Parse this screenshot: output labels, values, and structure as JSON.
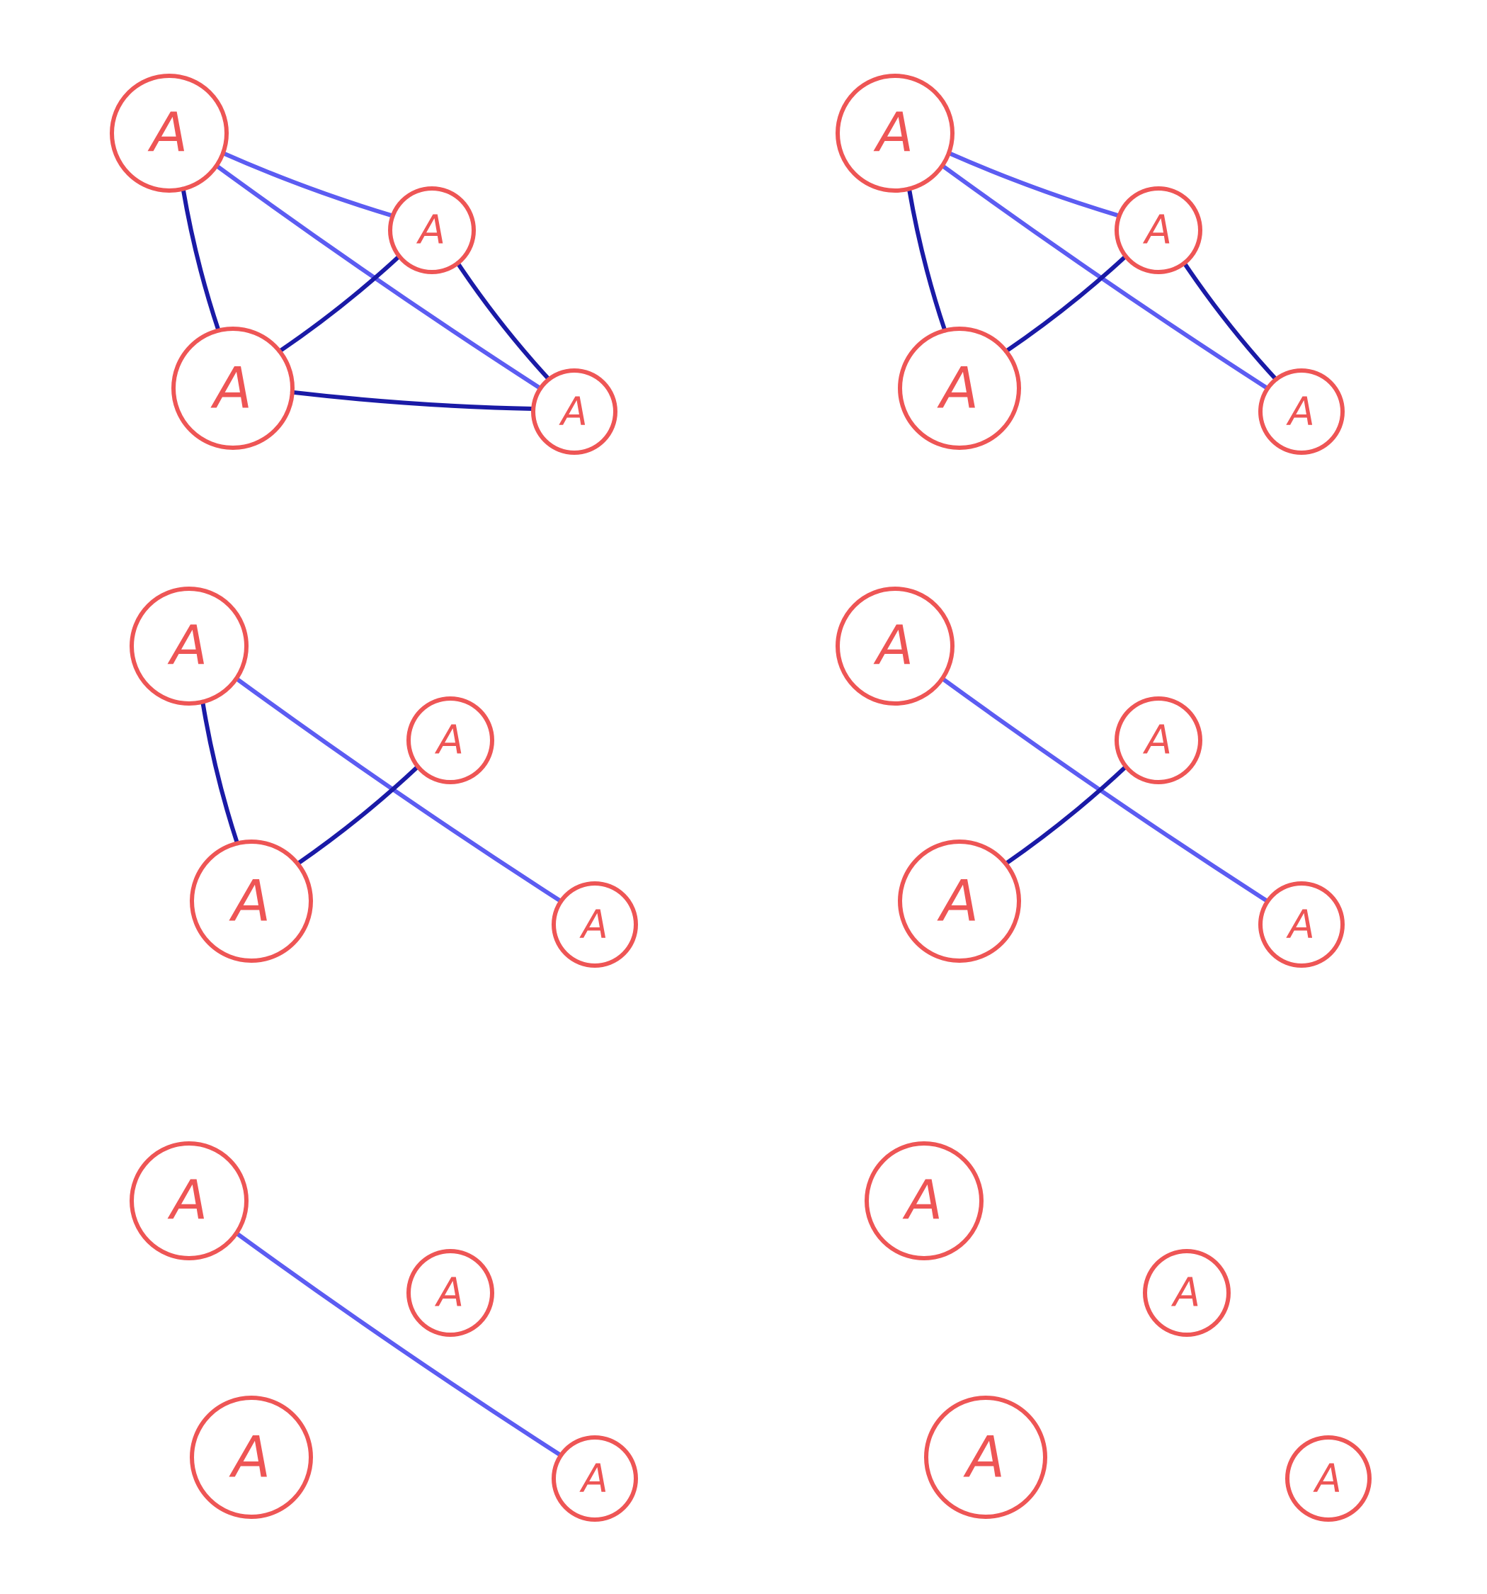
{
  "colors": {
    "node": "#ee5555",
    "edge_light": "#5c5cf2",
    "edge_dark": "#1a1aa6",
    "background": "#ffffff"
  },
  "node_label": "A",
  "panels": [
    {
      "id": "top-left",
      "edges": [
        {
          "from": 0,
          "to": 1,
          "shade": "light"
        },
        {
          "from": 0,
          "to": 3,
          "shade": "light"
        },
        {
          "from": 0,
          "to": 2,
          "shade": "dark"
        },
        {
          "from": 2,
          "to": 1,
          "shade": "dark"
        },
        {
          "from": 1,
          "to": 3,
          "shade": "dark"
        },
        {
          "from": 2,
          "to": 3,
          "shade": "dark"
        }
      ]
    },
    {
      "id": "top-right",
      "edges": [
        {
          "from": 0,
          "to": 1,
          "shade": "light"
        },
        {
          "from": 0,
          "to": 3,
          "shade": "light"
        },
        {
          "from": 0,
          "to": 2,
          "shade": "dark"
        },
        {
          "from": 2,
          "to": 1,
          "shade": "dark"
        },
        {
          "from": 1,
          "to": 3,
          "shade": "dark"
        }
      ]
    },
    {
      "id": "middle-left",
      "edges": [
        {
          "from": 0,
          "to": 3,
          "shade": "light"
        },
        {
          "from": 0,
          "to": 2,
          "shade": "dark"
        },
        {
          "from": 2,
          "to": 1,
          "shade": "dark"
        }
      ]
    },
    {
      "id": "middle-right",
      "edges": [
        {
          "from": 0,
          "to": 3,
          "shade": "light"
        },
        {
          "from": 2,
          "to": 1,
          "shade": "dark"
        }
      ]
    },
    {
      "id": "bottom-left",
      "edges": [
        {
          "from": 0,
          "to": 3,
          "shade": "light"
        }
      ]
    },
    {
      "id": "bottom-right",
      "edges": []
    }
  ]
}
